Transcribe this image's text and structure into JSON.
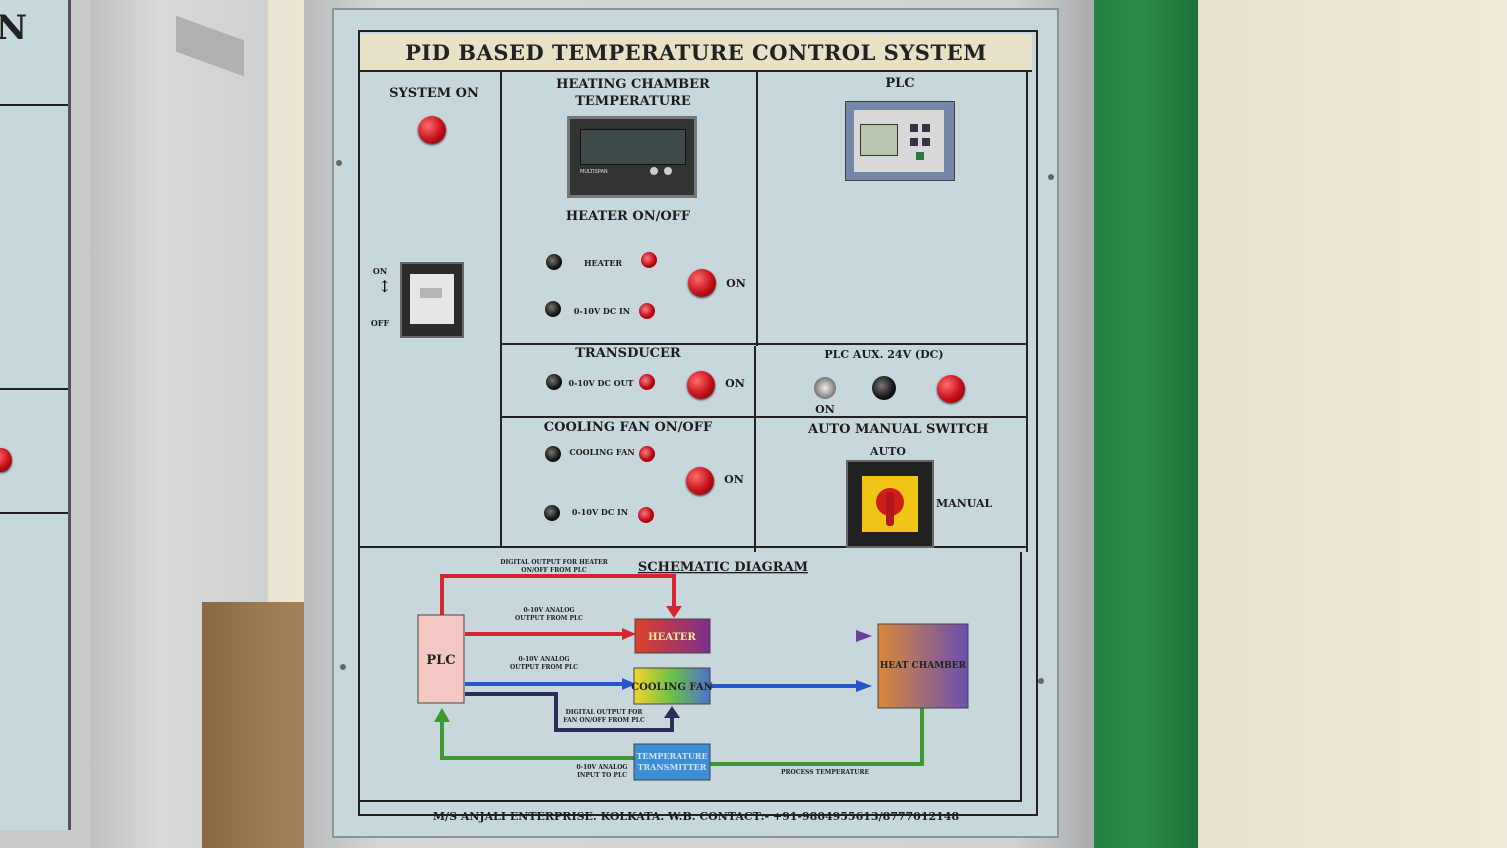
{
  "panel": {
    "title": "PID  BASED TEMPERATURE CONTROL SYSTEM",
    "system_on": "SYSTEM ON",
    "on": "ON",
    "off": "OFF",
    "heating_chamber": "HEATING CHAMBER",
    "temperature": "TEMPERATURE",
    "display_brand": "MULTISPAN",
    "heater_on_off": "HEATER ON/OFF",
    "heater": "HEATER",
    "dc_in": "0-10V DC IN",
    "plc": "PLC",
    "transducer": "TRANSDUCER",
    "dc_out": "0-10V DC OUT",
    "plc_aux": "PLC AUX. 24V (DC)",
    "cooling_fan_on_off": "COOLING FAN ON/OFF",
    "cooling_fan": "COOLING FAN",
    "auto_manual_switch": "AUTO MANUAL SWITCH",
    "auto": "AUTO",
    "manual": "MANUAL",
    "footer": "M/S ANJALI ENTERPRISE. KOLKATA. W.B. CONTACT:- +91-9804955613/8777012148"
  },
  "schematic": {
    "title": "SCHEMATIC DIAGRAM",
    "plc": "PLC",
    "heater": "HEATER",
    "cooling_fan": "COOLING FAN",
    "heat_chamber": "HEAT CHAMBER",
    "temp_transmitter_1": "TEMPERATURE",
    "temp_transmitter_2": "TRANSMITTER",
    "note_digital_heater_1": "DIGITAL OUTPUT FOR HEATER",
    "note_digital_heater_2": "ON/OFF FROM PLC",
    "note_analog_heater_1": "0-10V ANALOG",
    "note_analog_heater_2": "OUTPUT FROM PLC",
    "note_analog_fan_1": "0-10V ANALOG",
    "note_analog_fan_2": "OUTPUT FROM PLC",
    "note_digital_fan_1": "DIGITAL OUTPUT FOR",
    "note_digital_fan_2": "FAN ON/OFF FROM PLC",
    "note_analog_in_1": "0-10V ANALOG",
    "note_analog_in_2": "INPUT TO PLC",
    "note_process_temp": "PROCESS TEMPERATURE"
  },
  "background": {
    "left_cabinet_letter": "N"
  },
  "colors": {
    "panel": "#c8d7dc",
    "title_bar": "#e7e1c8",
    "lamp_red": "#c5101a",
    "arrow_red": "#d9232e",
    "arrow_blue": "#2457c9",
    "arrow_green": "#3d9a2e",
    "wall_green": "#2b8c4b"
  }
}
